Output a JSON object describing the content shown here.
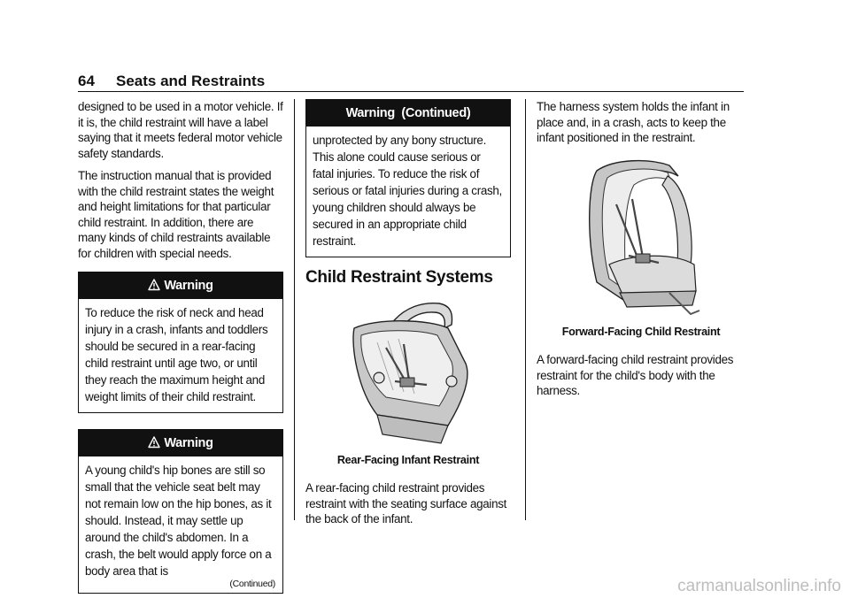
{
  "header": {
    "page_number": "64",
    "section_title": "Seats and Restraints"
  },
  "col1": {
    "para1": "designed to be used in a motor vehicle. If it is, the child restraint will have a label saying that it meets federal motor vehicle safety standards.",
    "para2": "The instruction manual that is provided with the child restraint states the weight and height limitations for that particular child restraint. In addition, there are many kinds of child restraints available for children with special needs.",
    "warning1": {
      "title": "Warning",
      "body": "To reduce the risk of neck and head injury in a crash, infants and toddlers should be secured in a rear-facing child restraint until age two, or until they reach the maximum height and weight limits of their child restraint."
    },
    "warning2": {
      "title": "Warning",
      "body": "A young child's hip bones are still so small that the vehicle seat belt may not remain low on the hip bones, as it should. Instead, it may settle up around the child's abdomen. In a crash, the belt would apply force on a body area that is",
      "continued": "(Continued)"
    }
  },
  "col2": {
    "warning_cont": {
      "title": "Warning  (Continued)",
      "body": "unprotected by any bony structure. This alone could cause serious or fatal injuries. To reduce the risk of serious or fatal injuries during a crash, young children should always be secured in an appropriate child restraint."
    },
    "heading": "Child Restraint Systems",
    "caption": "Rear-Facing Infant Restraint",
    "para": "A rear-facing child restraint provides restraint with the seating surface against the back of the infant."
  },
  "col3": {
    "para1": "The harness system holds the infant in place and, in a crash, acts to keep the infant positioned in the restraint.",
    "caption": "Forward-Facing Child Restraint",
    "para2": "A forward-facing child restraint provides restraint for the child's body with the harness."
  },
  "footer": {
    "watermark": "carmanualsonline.info"
  }
}
